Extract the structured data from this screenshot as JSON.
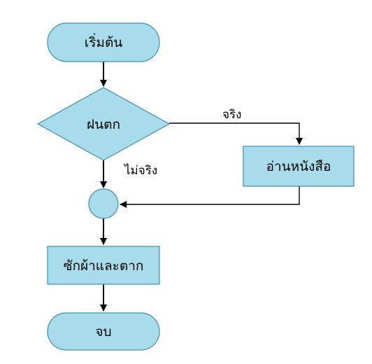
{
  "nodes": {
    "start": "เริ่มต้น",
    "decision": "ฝนตก",
    "read_book": "อ่านหนังสือ",
    "wash_dry": "ซักผ้าและตาก",
    "end": "จบ"
  },
  "edges": {
    "true_label": "จริง",
    "false_label": "ไม่จริง"
  },
  "colors": {
    "shape_fill": "#a8dcea",
    "shape_border": "#3a8fb0",
    "line": "#000000"
  }
}
